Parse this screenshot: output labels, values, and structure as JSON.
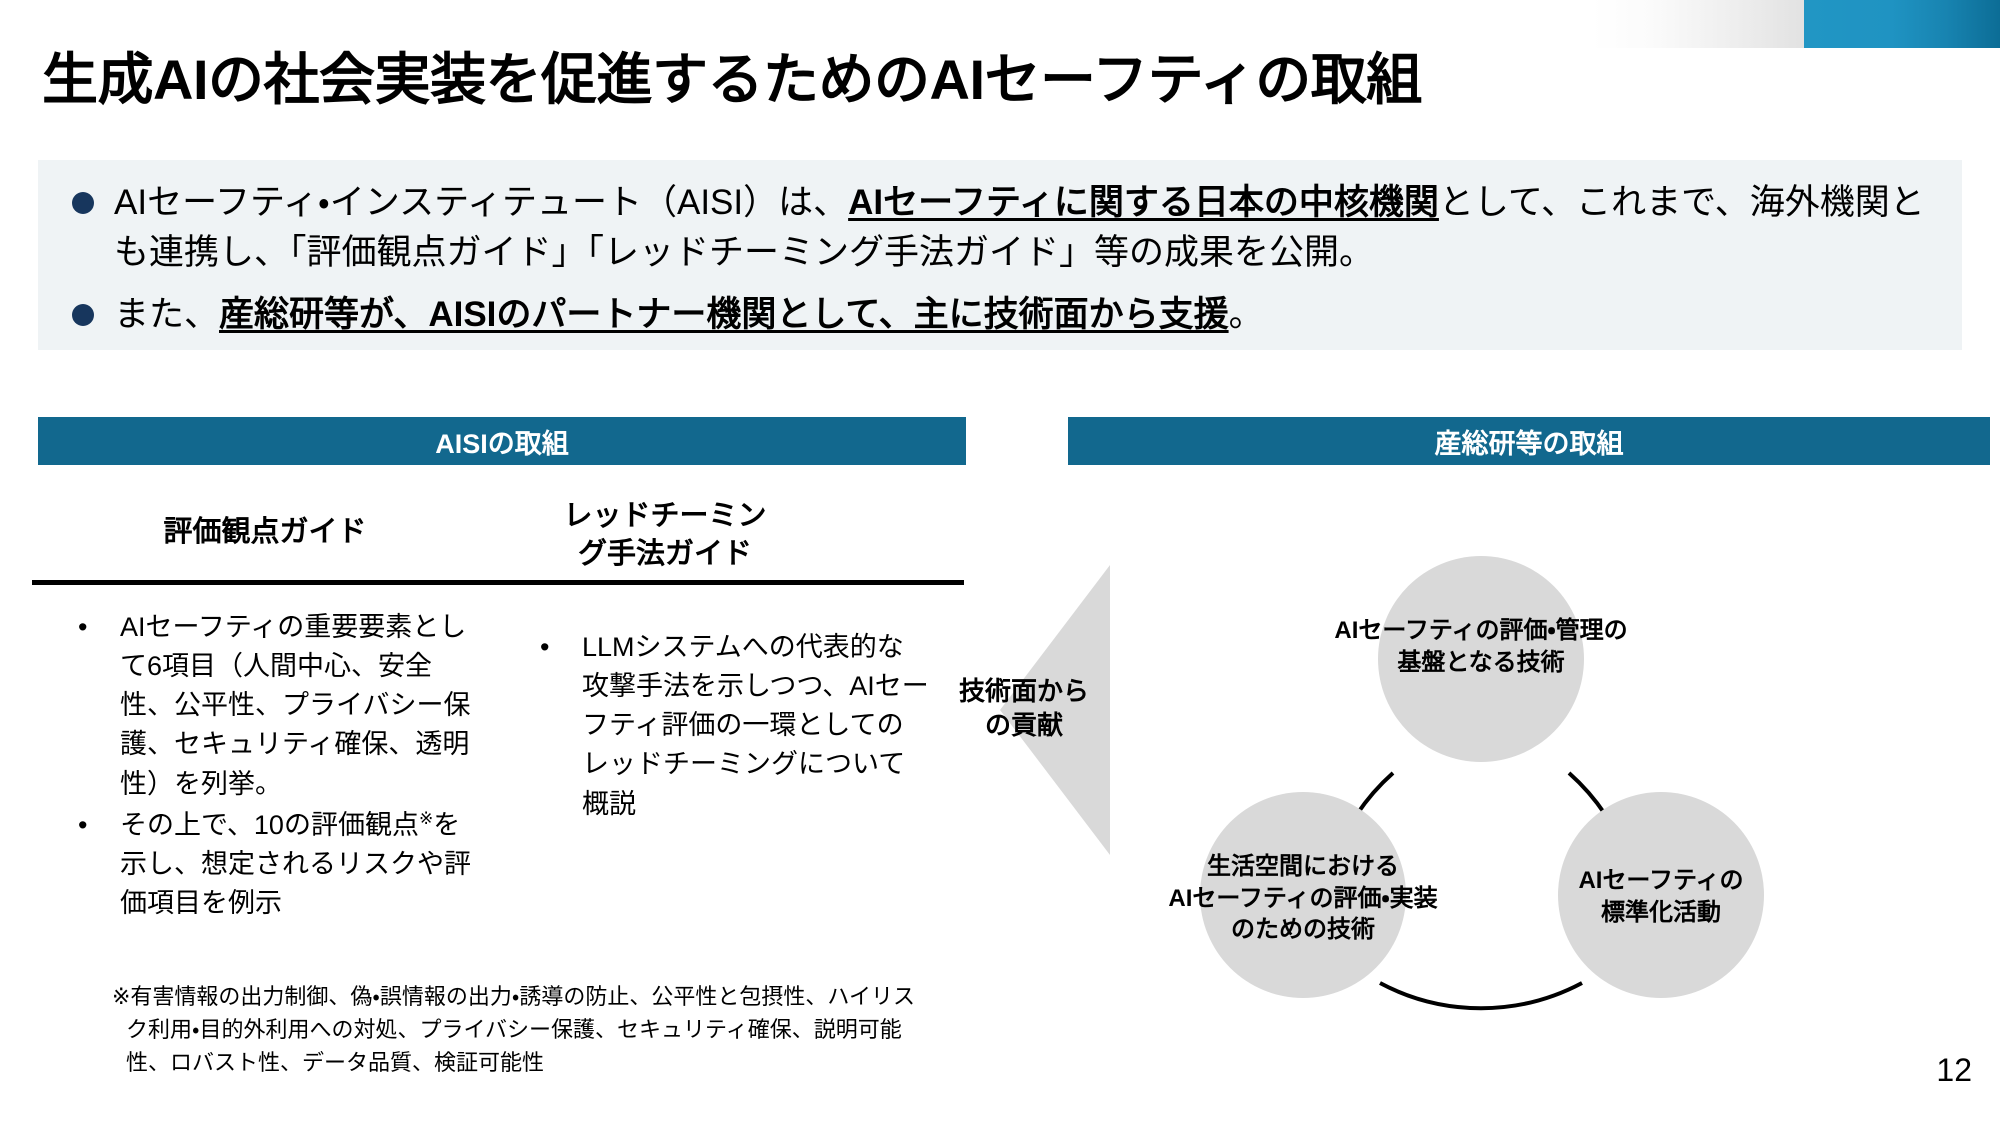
{
  "slide": {
    "title": "生成AIの社会実装を促進するためのAIセーフティの取組",
    "page_number": "12",
    "accent_color": "#12688e",
    "bullet_color": "#17365d",
    "lead_box_color": "#eff3f5",
    "circle_color": "#d9d9d9",
    "deco_blue": "#1f93c2"
  },
  "lead": {
    "items": [
      {
        "bullet_icon": "filled-circle-bullet",
        "part1": "AIセーフティ・インスティテュート（AISI）は、",
        "emphasis": "AIセーフティに関する日本の中核機関",
        "part2": "として、これまで、海外機関とも連携し、「評価観点ガイド」「レッドチーミング手法ガイド」等の成果を公開。"
      },
      {
        "bullet_icon": "filled-circle-bullet",
        "part1": "また、",
        "emphasis": "産総研等が、AISIのパートナー機関として、主に技術面から支援",
        "part2": "。"
      }
    ]
  },
  "left_panel": {
    "header": "AISIの取組",
    "columns": [
      {
        "title": "評価観点ガイド",
        "items": [
          "AIセーフティの重要要素として6項目（人間中心、安全性、公平性、プライバシー保護、セキュリティ確保、透明性）を列挙。",
          "その上で、10の評価観点※を示し、想定されるリスクや評価項目を例示"
        ]
      },
      {
        "title": "レッドチーミング手法ガイド",
        "items": [
          "LLMシステムへの代表的な攻撃手法を示しつつ、AIセーフティ評価の一環としてのレッドチーミングについて概説"
        ]
      }
    ],
    "footnote": "※有害情報の出力制御、偽・誤情報の出力・誘導の防止、公平性と包摂性、ハイリスク利用・目的外利用への対処、プライバシー保護、セキュリティ確保、説明可能性、ロバスト性、データ品質、検証可能性"
  },
  "connector": {
    "icon": "left-arrow-triangle",
    "label_line1": "技術面から",
    "label_line2": "の貢献"
  },
  "right_panel": {
    "header": "産総研等の取組",
    "circles": [
      {
        "position": "top",
        "label_line1": "AIセーフティの評価・管理の",
        "label_line2": "基盤となる技術"
      },
      {
        "position": "bottom-left",
        "label_line1": "生活空間における",
        "label_line2": "AIセーフティの評価・実装",
        "label_line3": "のための技術"
      },
      {
        "position": "bottom-right",
        "label_line1": "AIセーフティの",
        "label_line2": "標準化活動"
      }
    ]
  }
}
